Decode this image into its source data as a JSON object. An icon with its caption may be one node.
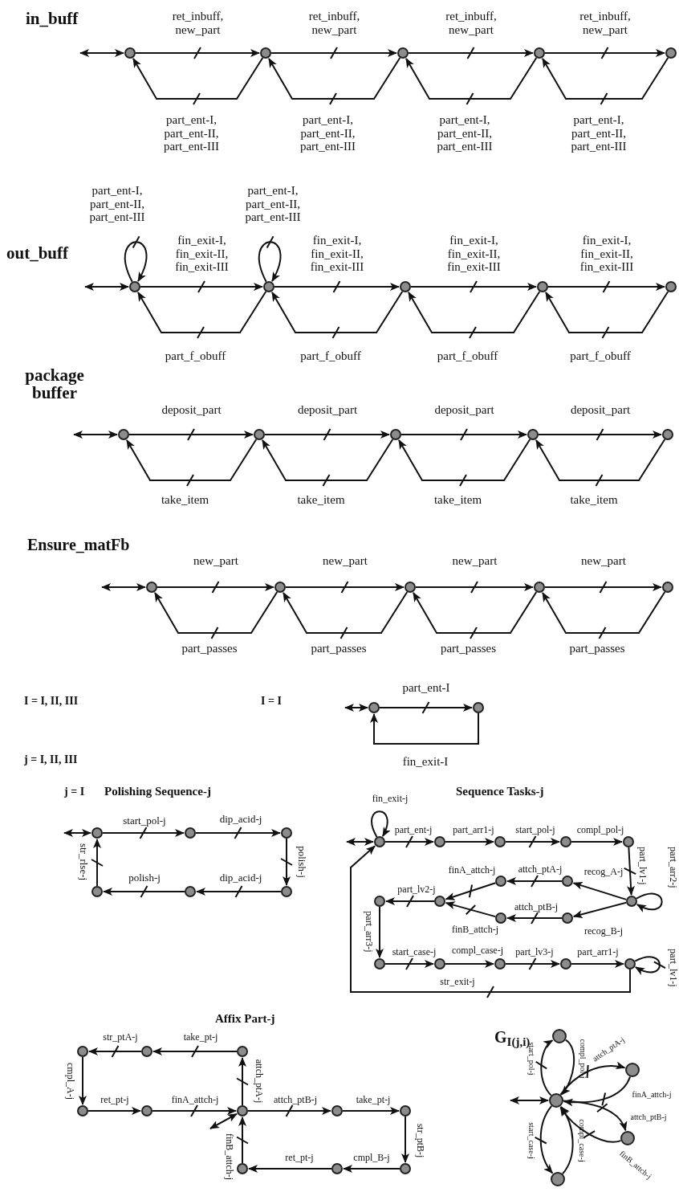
{
  "diagram": {
    "nodes": [
      {
        "text": [],
        "shape": "circle"
      },
      {
        "text": [],
        "shape": "circle"
      },
      {
        "text": [],
        "shape": "circle"
      },
      {
        "text": [],
        "shape": "circle"
      },
      {
        "text": [],
        "shape": "circle"
      },
      {
        "text": [],
        "shape": "circle"
      },
      {
        "text": [],
        "shape": "circle"
      },
      {
        "text": [],
        "shape": "circle"
      },
      {
        "text": [],
        "shape": "circle"
      },
      {
        "text": [],
        "shape": "circle"
      },
      {
        "text": [],
        "shape": "circle"
      },
      {
        "text": [],
        "shape": "circle"
      },
      {
        "text": [],
        "shape": "circle"
      },
      {
        "text": [],
        "shape": "circle"
      },
      {
        "text": [],
        "shape": "circle"
      },
      {
        "text": [],
        "shape": "circle"
      },
      {
        "text": [],
        "shape": "circle"
      },
      {
        "text": [],
        "shape": "circle"
      },
      {
        "text": [],
        "shape": "circle"
      },
      {
        "text": [],
        "shape": "circle"
      },
      {
        "text": [],
        "shape": "circle"
      },
      {
        "text": [],
        "shape": "circle"
      },
      {
        "text": [],
        "shape": "circle"
      },
      {
        "text": [],
        "shape": "circle"
      },
      {
        "text": [],
        "shape": "circle"
      },
      {
        "text": [],
        "shape": "circle"
      },
      {
        "text": [],
        "shape": "circle"
      },
      {
        "text": [],
        "shape": "circle"
      },
      {
        "text": [],
        "shape": "circle"
      },
      {
        "text": [],
        "shape": "circle"
      },
      {
        "text": [],
        "shape": "circle"
      },
      {
        "text": [],
        "shape": "circle"
      },
      {
        "text": [],
        "shape": "circle"
      },
      {
        "text": [],
        "shape": "circle"
      },
      {
        "text": [],
        "shape": "circle"
      },
      {
        "text": [],
        "shape": "circle"
      },
      {
        "text": [],
        "shape": "circle"
      },
      {
        "text": [],
        "shape": "circle"
      },
      {
        "text": [],
        "shape": "circle"
      },
      {
        "text": [],
        "shape": "circle"
      },
      {
        "text": [],
        "shape": "circle"
      },
      {
        "text": [],
        "shape": "circle"
      },
      {
        "text": [],
        "shape": "circle"
      },
      {
        "text": [],
        "shape": "circle"
      },
      {
        "text": [],
        "shape": "circle"
      },
      {
        "text": [],
        "shape": "circle"
      },
      {
        "text": [],
        "shape": "circle"
      },
      {
        "text": [],
        "shape": "circle"
      },
      {
        "text": [],
        "shape": "circle"
      },
      {
        "text": [],
        "shape": "circle"
      },
      {
        "text": [],
        "shape": "circle"
      },
      {
        "text": [],
        "shape": "circle"
      },
      {
        "text": [],
        "shape": "circle"
      },
      {
        "text": [],
        "shape": "circle"
      },
      {
        "text": [],
        "shape": "circle"
      },
      {
        "text": [],
        "shape": "circle"
      },
      {
        "text": [],
        "shape": "circle"
      },
      {
        "text": [],
        "shape": "circle"
      },
      {
        "text": [],
        "shape": "circle"
      },
      {
        "text": [],
        "shape": "circle"
      },
      {
        "text": [],
        "shape": "circle"
      }
    ],
    "edges": [
      {
        "from": null,
        "to": 0,
        "arrow": "both"
      },
      {
        "from": 0,
        "to": 1,
        "arrow": "to",
        "label": "ret_inbuff, new_part"
      },
      {
        "from": 1,
        "to": 0,
        "arrow": "to",
        "label": "part_ent-I, part_ent-II, part_ent-III"
      },
      {
        "from": 1,
        "to": 2,
        "arrow": "to",
        "label": "ret_inbuff, new_part"
      },
      {
        "from": 2,
        "to": 1,
        "arrow": "to",
        "label": "part_ent-I, part_ent-II, part_ent-III"
      },
      {
        "from": 2,
        "to": 3,
        "arrow": "to",
        "label": "ret_inbuff, new_part"
      },
      {
        "from": 3,
        "to": 2,
        "arrow": "to",
        "label": "part_ent-I, part_ent-II, part_ent-III"
      },
      {
        "from": 3,
        "to": 4,
        "arrow": "to",
        "label": "ret_inbuff, new_part"
      },
      {
        "from": 4,
        "to": 3,
        "arrow": "to",
        "label": "part_ent-I, part_ent-II, part_ent-III"
      },
      {
        "from": null,
        "to": 5,
        "arrow": "both"
      },
      {
        "from": 5,
        "to": 5,
        "arrow": "to",
        "label": "part_ent-I, part_ent-II, part_ent-III"
      },
      {
        "from": 5,
        "to": 6,
        "arrow": "to",
        "label": "fin_exit-I, fin_exit-II, fin_exit-III"
      },
      {
        "from": 6,
        "to": 5,
        "arrow": "to",
        "label": "part_f_obuff"
      },
      {
        "from": 6,
        "to": 6,
        "arrow": "to",
        "label": "part_ent-I, part_ent-II, part_ent-III"
      },
      {
        "from": 6,
        "to": 7,
        "arrow": "to",
        "label": "fin_exit-I, fin_exit-II, fin_exit-III"
      },
      {
        "from": 7,
        "to": 6,
        "arrow": "to",
        "label": "part_f_obuff"
      },
      {
        "from": 7,
        "to": 8,
        "arrow": "to",
        "label": "fin_exit-I, fin_exit-II, fin_exit-III"
      },
      {
        "from": 8,
        "to": 7,
        "arrow": "to",
        "label": "part_f_obuff"
      },
      {
        "from": 8,
        "to": 9,
        "arrow": "to",
        "label": "fin_exit-I, fin_exit-II, fin_exit-III"
      },
      {
        "from": 9,
        "to": 8,
        "arrow": "to",
        "label": "part_f_obuff"
      },
      {
        "from": null,
        "to": 10,
        "arrow": "both"
      },
      {
        "from": 10,
        "to": 11,
        "arrow": "to",
        "label": "deposit_part"
      },
      {
        "from": 11,
        "to": 10,
        "arrow": "to",
        "label": "take_item"
      },
      {
        "from": 11,
        "to": 12,
        "arrow": "to",
        "label": "deposit_part"
      },
      {
        "from": 12,
        "to": 11,
        "arrow": "to",
        "label": "take_item"
      },
      {
        "from": 12,
        "to": 13,
        "arrow": "to",
        "label": "deposit_part"
      },
      {
        "from": 13,
        "to": 12,
        "arrow": "to",
        "label": "take_item"
      },
      {
        "from": 13,
        "to": 14,
        "arrow": "to",
        "label": "deposit_part"
      },
      {
        "from": 14,
        "to": 13,
        "arrow": "to",
        "label": "take_item"
      },
      {
        "from": null,
        "to": 15,
        "arrow": "both"
      },
      {
        "from": 15,
        "to": 16,
        "arrow": "to",
        "label": "new_part"
      },
      {
        "from": 16,
        "to": 15,
        "arrow": "to",
        "label": "part_passes"
      },
      {
        "from": 16,
        "to": 17,
        "arrow": "to",
        "label": "new_part"
      },
      {
        "from": 17,
        "to": 16,
        "arrow": "to",
        "label": "part_passes"
      },
      {
        "from": 17,
        "to": 18,
        "arrow": "to",
        "label": "new_part"
      },
      {
        "from": 18,
        "to": 17,
        "arrow": "to",
        "label": "part_passes"
      },
      {
        "from": 18,
        "to": 19,
        "arrow": "to",
        "label": "new_part"
      },
      {
        "from": 19,
        "to": 18,
        "arrow": "to",
        "label": "part_passes"
      },
      {
        "from": null,
        "to": 20,
        "arrow": "both"
      },
      {
        "from": 20,
        "to": 21,
        "arrow": "to",
        "label": "part_ent-I"
      },
      {
        "from": 21,
        "to": 20,
        "arrow": "to",
        "label": "fin_exit-I"
      },
      {
        "from": null,
        "to": 22,
        "arrow": "both"
      },
      {
        "from": 22,
        "to": 23,
        "arrow": "to",
        "label": "start_pol-j"
      },
      {
        "from": 23,
        "to": 24,
        "arrow": "to",
        "label": "dip_acid-j"
      },
      {
        "from": 24,
        "to": 27,
        "arrow": "to",
        "label": "polish-j"
      },
      {
        "from": 27,
        "to": 26,
        "arrow": "to",
        "label": "dip_acid-j"
      },
      {
        "from": 26,
        "to": 25,
        "arrow": "to",
        "label": "polish-j"
      },
      {
        "from": 25,
        "to": 22,
        "arrow": "to",
        "label": "str_rlse-j"
      },
      {
        "from": null,
        "to": 28,
        "arrow": "both"
      },
      {
        "from": 28,
        "to": 28,
        "arrow": "to",
        "label": "fin_exit-j"
      },
      {
        "from": 28,
        "to": 29,
        "arrow": "to",
        "label": "part_ent-j"
      },
      {
        "from": 29,
        "to": 30,
        "arrow": "to",
        "label": "part_arr1-j"
      },
      {
        "from": 30,
        "to": 31,
        "arrow": "to",
        "label": "start_pol-j"
      },
      {
        "from": 31,
        "to": 32,
        "arrow": "to",
        "label": "compl_pol-j"
      },
      {
        "from": 32,
        "to": 37,
        "arrow": "to",
        "label": "part_lv1-j"
      },
      {
        "from": 37,
        "to": 37,
        "arrow": "to",
        "label": "part_arr2-j"
      },
      {
        "from": 37,
        "to": 34,
        "arrow": "to",
        "label": "recog_A-j"
      },
      {
        "from": 34,
        "to": 33,
        "arrow": "to",
        "label": "attch_ptA-j"
      },
      {
        "from": 33,
        "to": 36,
        "arrow": "to",
        "label": "finA_attch-j"
      },
      {
        "from": 37,
        "to": 39,
        "arrow": "to",
        "label": "recog_B-j"
      },
      {
        "from": 39,
        "to": 38,
        "arrow": "to",
        "label": "attch_ptB-j"
      },
      {
        "from": 38,
        "to": 36,
        "arrow": "to",
        "label": "finB_attch-j"
      },
      {
        "from": 36,
        "to": 35,
        "arrow": "to",
        "label": "part_lv2-j"
      },
      {
        "from": 35,
        "to": 40,
        "arrow": "to",
        "label": "part_arr3-j"
      },
      {
        "from": 40,
        "to": 41,
        "arrow": "to",
        "label": "start_case-j"
      },
      {
        "from": 41,
        "to": 42,
        "arrow": "to",
        "label": "compl_case-j"
      },
      {
        "from": 42,
        "to": 43,
        "arrow": "to",
        "label": "part_lv3-j"
      },
      {
        "from": 43,
        "to": 44,
        "arrow": "to",
        "label": "part_arr1-j"
      },
      {
        "from": 44,
        "to": 44,
        "arrow": "to",
        "label": "part_lv1-j"
      },
      {
        "from": 44,
        "to": 28,
        "arrow": "to",
        "label": "str_exit-j"
      },
      {
        "from": null,
        "to": 50,
        "arrow": "both"
      },
      {
        "from": 50,
        "to": 47,
        "arrow": "to",
        "label": "attch_ptA-j"
      },
      {
        "from": 47,
        "to": 46,
        "arrow": "to",
        "label": "take_pt-j"
      },
      {
        "from": 46,
        "to": 45,
        "arrow": "to",
        "label": "str_ptA-j"
      },
      {
        "from": 45,
        "to": 48,
        "arrow": "to",
        "label": "cmpl_A-j"
      },
      {
        "from": 48,
        "to": 49,
        "arrow": "to",
        "label": "ret_pt-j"
      },
      {
        "from": 49,
        "to": 50,
        "arrow": "to",
        "label": "finA_attch-j"
      },
      {
        "from": 50,
        "to": 51,
        "arrow": "to",
        "label": "attch_ptB-j"
      },
      {
        "from": 51,
        "to": 52,
        "arrow": "to",
        "label": "take_pt-j"
      },
      {
        "from": 52,
        "to": 53,
        "arrow": "to",
        "label": "str_ptB-j"
      },
      {
        "from": 53,
        "to": 54,
        "arrow": "to",
        "label": "cmpl_B-j"
      },
      {
        "from": 54,
        "to": 55,
        "arrow": "to",
        "label": "ret_pt-j"
      },
      {
        "from": 55,
        "to": 50,
        "arrow": "to",
        "label": "finB_attch-j"
      },
      {
        "from": null,
        "to": 58,
        "arrow": "both"
      },
      {
        "from": 58,
        "to": 56,
        "arrow": "to",
        "label": "start_pol-j"
      },
      {
        "from": 56,
        "to": 58,
        "arrow": "to",
        "label": "compl_pol-j"
      },
      {
        "from": 58,
        "to": 57,
        "arrow": "to",
        "label": "attch_ptA-j"
      },
      {
        "from": 57,
        "to": 58,
        "arrow": "to",
        "label": "finA_attch-j"
      },
      {
        "from": 58,
        "to": 59,
        "arrow": "to",
        "label": "attch_ptB-j"
      },
      {
        "from": 59,
        "to": 58,
        "arrow": "to",
        "label": "finB_attch-j"
      },
      {
        "from": 58,
        "to": 60,
        "arrow": "to",
        "label": "start_case-j"
      },
      {
        "from": 60,
        "to": 58,
        "arrow": "to",
        "label": "compl_case-j"
      }
    ],
    "labels": [
      "in_buff",
      "out_buff",
      "package buffer",
      "Ensure_matFb",
      "I = I, II, III",
      "I = I",
      "j = I, II, III",
      "j = I",
      "Polishing Sequence-j",
      "Sequence Tasks-j",
      "Affix Part-j",
      "G$_{I(j,i)}$"
    ]
  }
}
